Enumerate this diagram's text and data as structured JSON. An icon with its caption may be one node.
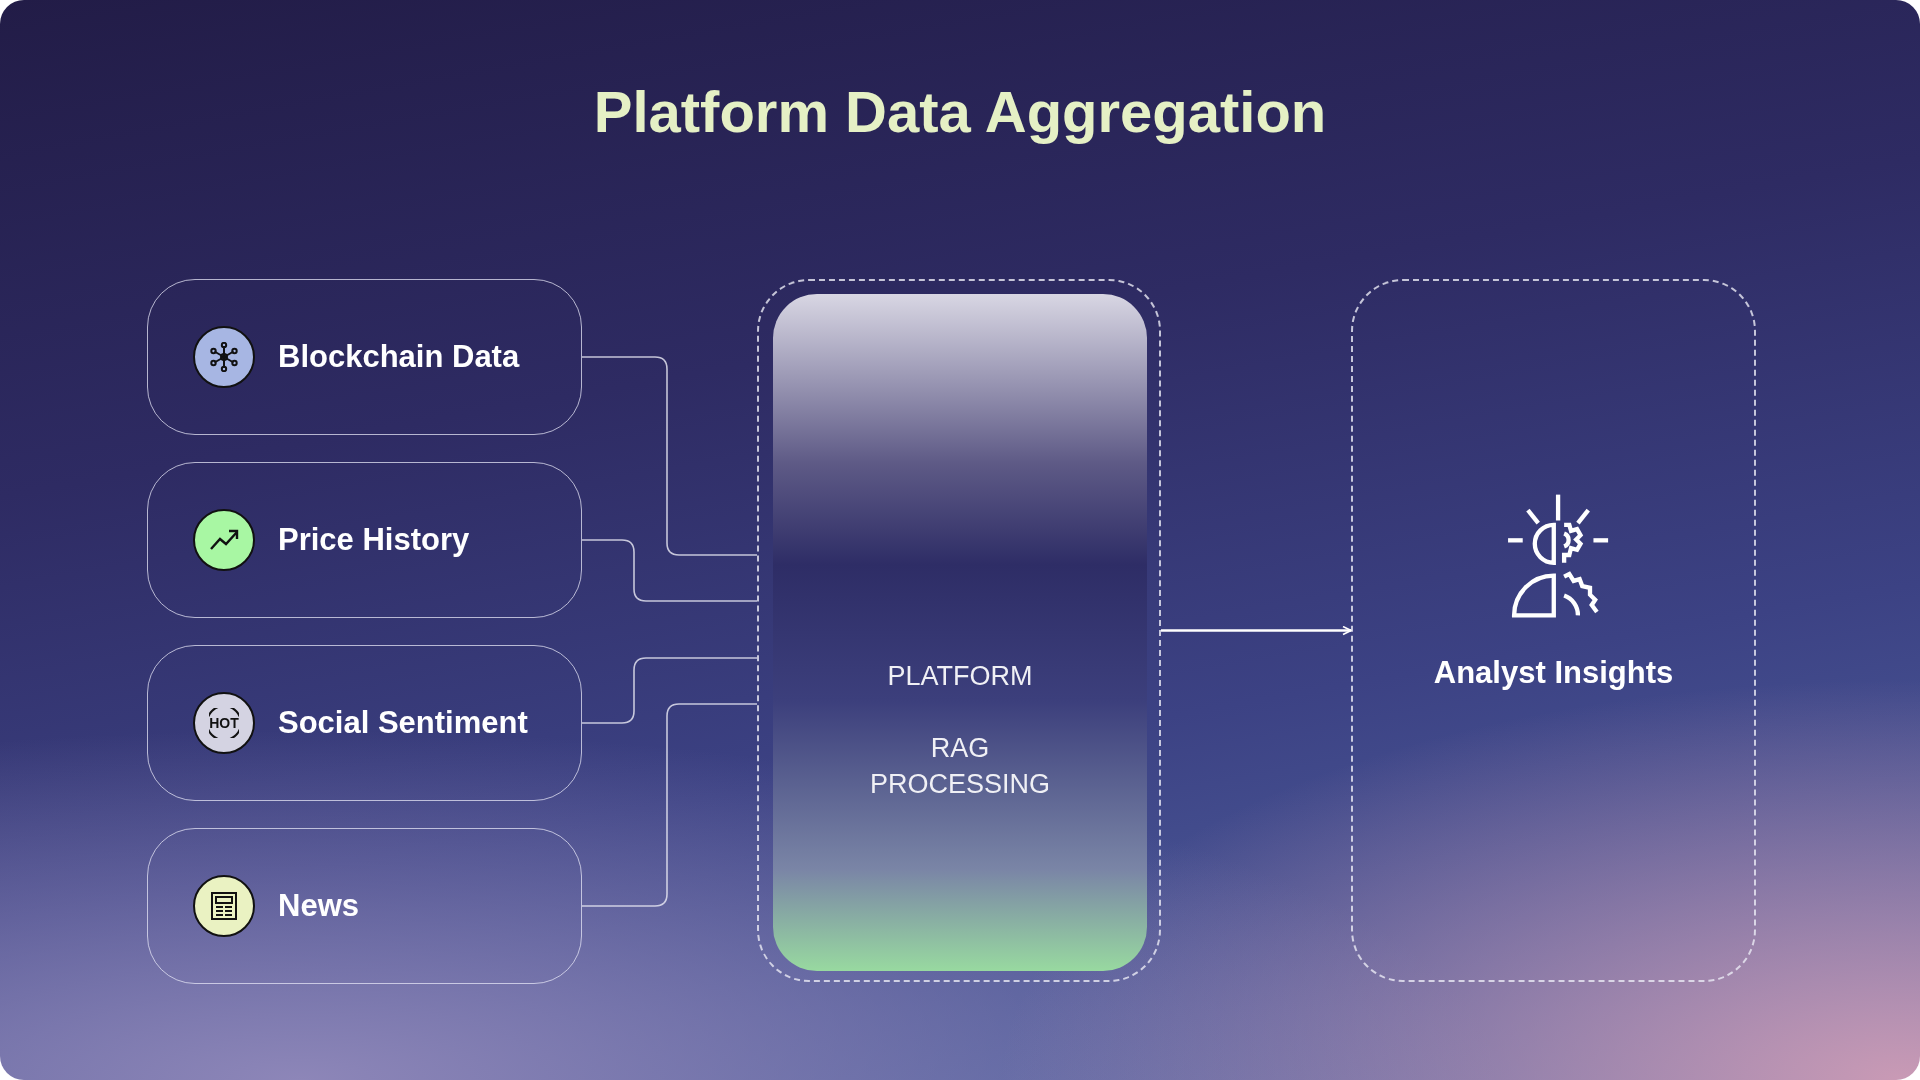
{
  "diagram": {
    "title": "Platform Data Aggregation",
    "nodes": [
      {
        "text": [
          "Blockchain Data"
        ]
      },
      {
        "text": [
          "Price History"
        ]
      },
      {
        "text": [
          "Social Sentiment"
        ]
      },
      {
        "text": [
          "News"
        ]
      },
      {
        "text": [
          "PLATFORM",
          "RAG PROCESSING"
        ]
      },
      {
        "text": [
          "Analyst Insights"
        ]
      }
    ],
    "edges": [
      {
        "from": 0,
        "to": 4,
        "arrow": "none"
      },
      {
        "from": 1,
        "to": 4,
        "arrow": "none"
      },
      {
        "from": 2,
        "to": 4,
        "arrow": "none"
      },
      {
        "from": 3,
        "to": 4,
        "arrow": "none"
      },
      {
        "from": 4,
        "to": 5,
        "arrow": "to"
      }
    ],
    "labels": [
      "HOT"
    ]
  }
}
